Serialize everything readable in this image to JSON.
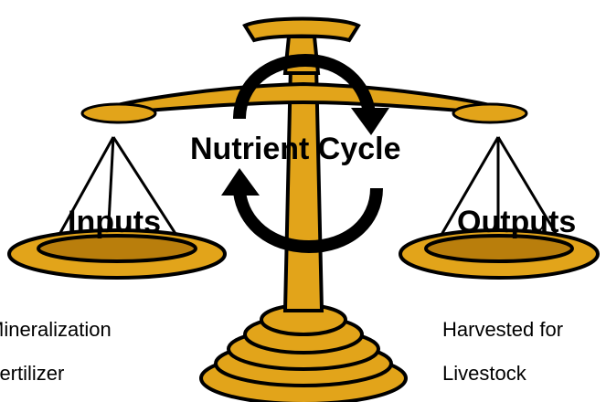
{
  "diagram": {
    "center_label": "Nutrient Cycle",
    "left_pan": {
      "heading": "Inputs",
      "items": [
        "Mineralization",
        "Fertilizer"
      ]
    },
    "right_pan": {
      "heading": "Outputs",
      "items": [
        "Harvested for",
        "Livestock"
      ]
    }
  },
  "colors": {
    "gold": "#E2A41A",
    "gold_dark": "#B97E0C",
    "outline": "#000000",
    "background": "#ffffff"
  },
  "icons": {
    "scale": "balance-scale-icon",
    "cycle": "cycle-arrows-icon"
  }
}
